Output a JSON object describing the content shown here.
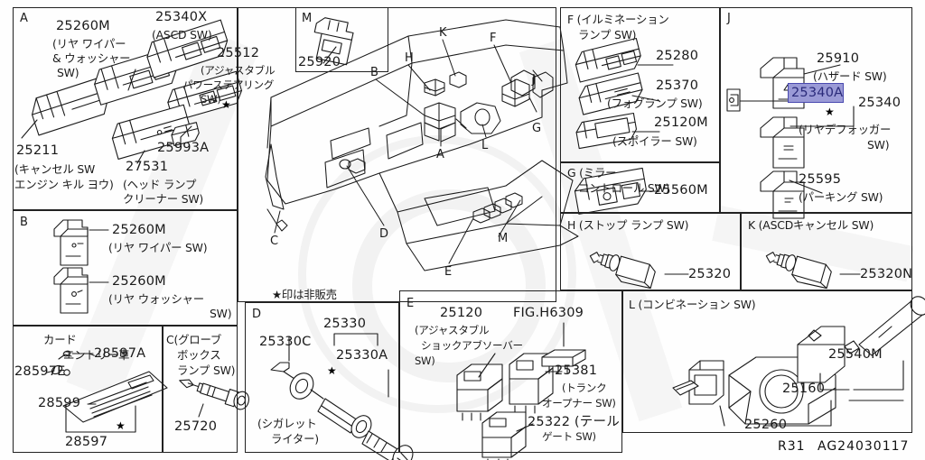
{
  "meta": {
    "note_star": "★印は非販売",
    "ref_code_left": "R31",
    "ref_code_right": "AG24030117"
  },
  "panels": {
    "A": {
      "letter": "A",
      "labels": [
        {
          "id": "a-25260m",
          "text": "25260M"
        },
        {
          "id": "a-25260m-j1",
          "text": "(リヤ ワイパー"
        },
        {
          "id": "a-25260m-j2",
          "text": "& ウォッシャー"
        },
        {
          "id": "a-25260m-j3",
          "text": "SW)"
        },
        {
          "id": "a-25340x",
          "text": "25340X"
        },
        {
          "id": "a-25340x-j",
          "text": "(ASCD SW)"
        },
        {
          "id": "a-25512",
          "text": "25512"
        },
        {
          "id": "a-25512-j1",
          "text": "(アジャスタブル"
        },
        {
          "id": "a-25512-j2",
          "text": "パワーステアリング"
        },
        {
          "id": "a-25512-j3",
          "text": "SW)"
        },
        {
          "id": "a-25993a",
          "text": "25993A"
        },
        {
          "id": "a-25211",
          "text": "25211"
        },
        {
          "id": "a-25211-j1",
          "text": "(キャンセル SW"
        },
        {
          "id": "a-25211-j2",
          "text": "エンジン キル ヨウ)"
        },
        {
          "id": "a-27531",
          "text": "27531"
        },
        {
          "id": "a-27531-j1",
          "text": "(ヘッド ランプ"
        },
        {
          "id": "a-27531-j2",
          "text": "クリーナー SW)"
        }
      ]
    },
    "B": {
      "letter": "B",
      "labels": [
        {
          "id": "b-25260m-1",
          "text": "25260M"
        },
        {
          "id": "b-25260m-1j",
          "text": "(リヤ ワイパー SW)"
        },
        {
          "id": "b-25260m-2",
          "text": "25260M"
        },
        {
          "id": "b-25260m-2j",
          "text": "(リヤ ウォッシャー"
        },
        {
          "id": "b-25260m-2j2",
          "text": "SW)"
        }
      ]
    },
    "CARD": {
      "labels": [
        {
          "id": "card-j1",
          "text": "カード"
        },
        {
          "id": "card-j2",
          "text": "エントリー車"
        },
        {
          "id": "card-28597a",
          "text": "28597A"
        },
        {
          "id": "card-28597e",
          "text": "28597E"
        },
        {
          "id": "card-28599",
          "text": "28599"
        },
        {
          "id": "card-28597",
          "text": "28597"
        }
      ]
    },
    "C": {
      "letter": "C",
      "labels": [
        {
          "id": "c-j1",
          "text": "C(グローブ"
        },
        {
          "id": "c-j2",
          "text": "ボックス"
        },
        {
          "id": "c-j3",
          "text": "ランプ SW)"
        },
        {
          "id": "c-25720",
          "text": "25720"
        }
      ]
    },
    "D": {
      "letter": "D",
      "labels": [
        {
          "id": "d-25330",
          "text": "25330"
        },
        {
          "id": "d-25330c",
          "text": "25330C"
        },
        {
          "id": "d-25330a",
          "text": "25330A"
        },
        {
          "id": "d-j1",
          "text": "(シガレット"
        },
        {
          "id": "d-j2",
          "text": "ライター)"
        }
      ]
    },
    "E": {
      "letter": "E",
      "labels": [
        {
          "id": "e-25120",
          "text": "25120"
        },
        {
          "id": "e-25120-j1",
          "text": "(アジャスタブル"
        },
        {
          "id": "e-25120-j2",
          "text": "ショックアブソーバー"
        },
        {
          "id": "e-25120-j3",
          "text": "SW)"
        },
        {
          "id": "e-fig",
          "text": "FIG.H6309"
        },
        {
          "id": "e-25381",
          "text": "25381"
        },
        {
          "id": "e-25381-j1",
          "text": "(トランク"
        },
        {
          "id": "e-25381-j2",
          "text": "オープナー SW)"
        },
        {
          "id": "e-25322",
          "text": "25322 (テール"
        },
        {
          "id": "e-25322-j2",
          "text": "ゲート SW)"
        }
      ]
    },
    "F": {
      "letter": "F",
      "labels": [
        {
          "id": "f-j1",
          "text": "F (イルミネーション"
        },
        {
          "id": "f-j2",
          "text": "ランプ SW)"
        },
        {
          "id": "f-25280",
          "text": "25280"
        },
        {
          "id": "f-25370",
          "text": "25370"
        },
        {
          "id": "f-25370-j",
          "text": "(フォグランプ SW)"
        },
        {
          "id": "f-25120m",
          "text": "25120M"
        },
        {
          "id": "f-25120m-j",
          "text": "(スポイラー SW)"
        }
      ]
    },
    "G": {
      "letter": "G",
      "labels": [
        {
          "id": "g-j1",
          "text": "G (ミラー"
        },
        {
          "id": "g-j2",
          "text": "コントロール SW)"
        },
        {
          "id": "g-25560m",
          "text": "25560M"
        }
      ]
    },
    "H": {
      "letter": "H",
      "labels": [
        {
          "id": "h-j",
          "text": "H (ストップ ランプ SW)"
        },
        {
          "id": "h-25320",
          "text": "25320"
        }
      ]
    },
    "J": {
      "letter": "J",
      "labels": [
        {
          "id": "j-25910",
          "text": "25910"
        },
        {
          "id": "j-25910-j",
          "text": "(ハザード SW)"
        },
        {
          "id": "j-25340a",
          "text": "25340A"
        },
        {
          "id": "j-25340",
          "text": "25340"
        },
        {
          "id": "j-25340-j1",
          "text": "(リヤデフォッガー"
        },
        {
          "id": "j-25340-j2",
          "text": "SW)"
        },
        {
          "id": "j-25595",
          "text": "25595"
        },
        {
          "id": "j-25595-j",
          "text": "(パーキング SW)"
        }
      ],
      "highlighted_value": "25340A"
    },
    "K": {
      "letter": "K",
      "labels": [
        {
          "id": "k-j",
          "text": "K (ASCDキャンセル SW)"
        },
        {
          "id": "k-25320n",
          "text": "25320N"
        }
      ]
    },
    "L": {
      "letter": "L",
      "labels": [
        {
          "id": "l-j",
          "text": "L (コンビネーション SW)"
        },
        {
          "id": "l-25540m",
          "text": "25540M"
        },
        {
          "id": "l-25160",
          "text": "25160"
        },
        {
          "id": "l-25260",
          "text": "25260"
        }
      ]
    },
    "M": {
      "letter": "M",
      "labels": [
        {
          "id": "m-25920",
          "text": "25920"
        }
      ]
    }
  },
  "dashboard_callouts": [
    {
      "id": "cal-B",
      "text": "B"
    },
    {
      "id": "cal-H",
      "text": "H"
    },
    {
      "id": "cal-K",
      "text": "K"
    },
    {
      "id": "cal-F",
      "text": "F"
    },
    {
      "id": "cal-J",
      "text": "J"
    },
    {
      "id": "cal-G",
      "text": "G"
    },
    {
      "id": "cal-L",
      "text": "L"
    },
    {
      "id": "cal-A",
      "text": "A"
    },
    {
      "id": "cal-D",
      "text": "D"
    },
    {
      "id": "cal-C",
      "text": "C"
    },
    {
      "id": "cal-E",
      "text": "E"
    },
    {
      "id": "cal-M",
      "text": "M"
    }
  ],
  "colors": {
    "highlight_fill": "#9a9ad6",
    "highlight_border": "#4a4ab0",
    "highlight_text": "#2a2a7a",
    "line": "#1a1a1a",
    "background": "#fefefe"
  }
}
